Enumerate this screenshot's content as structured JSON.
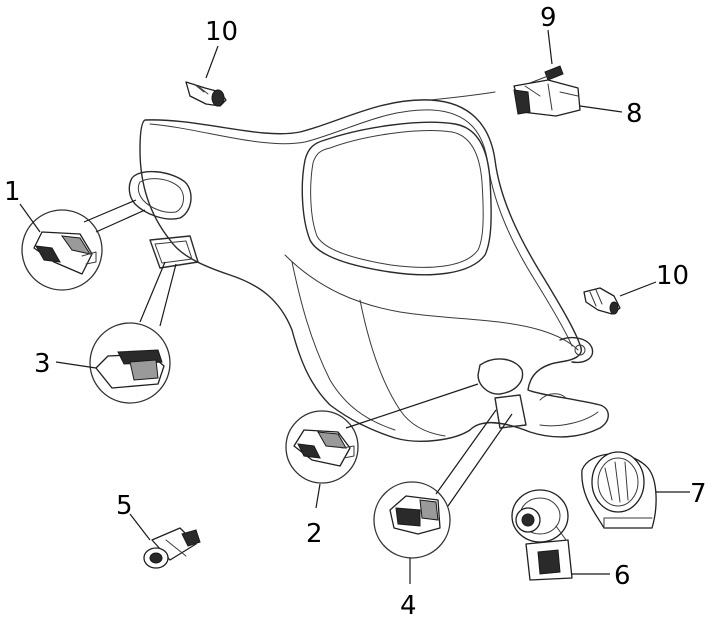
{
  "diagram": {
    "callouts": [
      {
        "id": "c1",
        "text": "1"
      },
      {
        "id": "c2",
        "text": "2"
      },
      {
        "id": "c3",
        "text": "3"
      },
      {
        "id": "c4",
        "text": "4"
      },
      {
        "id": "c5",
        "text": "5"
      },
      {
        "id": "c6",
        "text": "6"
      },
      {
        "id": "c7",
        "text": "7"
      },
      {
        "id": "c8",
        "text": "8"
      },
      {
        "id": "c9",
        "text": "9"
      },
      {
        "id": "c10a",
        "text": "10"
      },
      {
        "id": "c10b",
        "text": "10"
      }
    ]
  }
}
